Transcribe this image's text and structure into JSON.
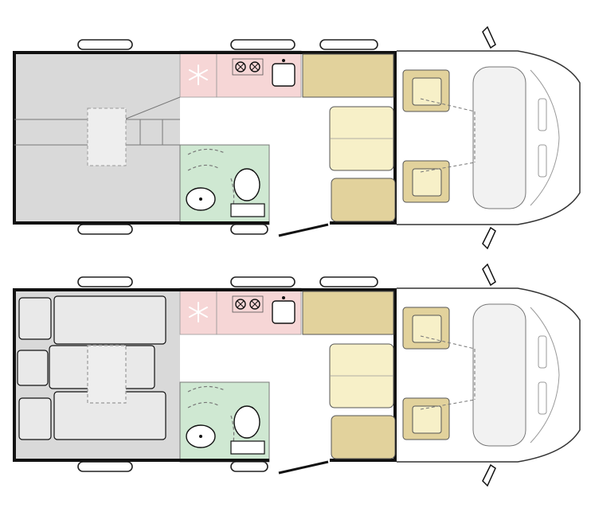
{
  "colors": {
    "wall": "#111111",
    "bed_zone": "#d9d9d9",
    "fridge_zone": "#f6d6d6",
    "kitchen_zone": "#f6d6d6",
    "bath_zone": "#cfe8d2",
    "seat_dark": "#e2d29c",
    "seat_light": "#f7f0c8",
    "cab_outline": "#777777",
    "window_fill": "#ffffff"
  },
  "icons": {
    "fridge": "snowflake-icon",
    "hob": "gas-burner-icon",
    "sink": "sink-icon",
    "toilet": "toilet-icon",
    "washbasin": "washbasin-icon",
    "shower": "shower-arrow-icon"
  },
  "layouts": [
    {
      "id": "day",
      "rear_area": "transverse-beds-raised",
      "beds_shown": false
    },
    {
      "id": "night",
      "rear_area": "transverse-beds-made-up",
      "beds_shown": true
    }
  ]
}
